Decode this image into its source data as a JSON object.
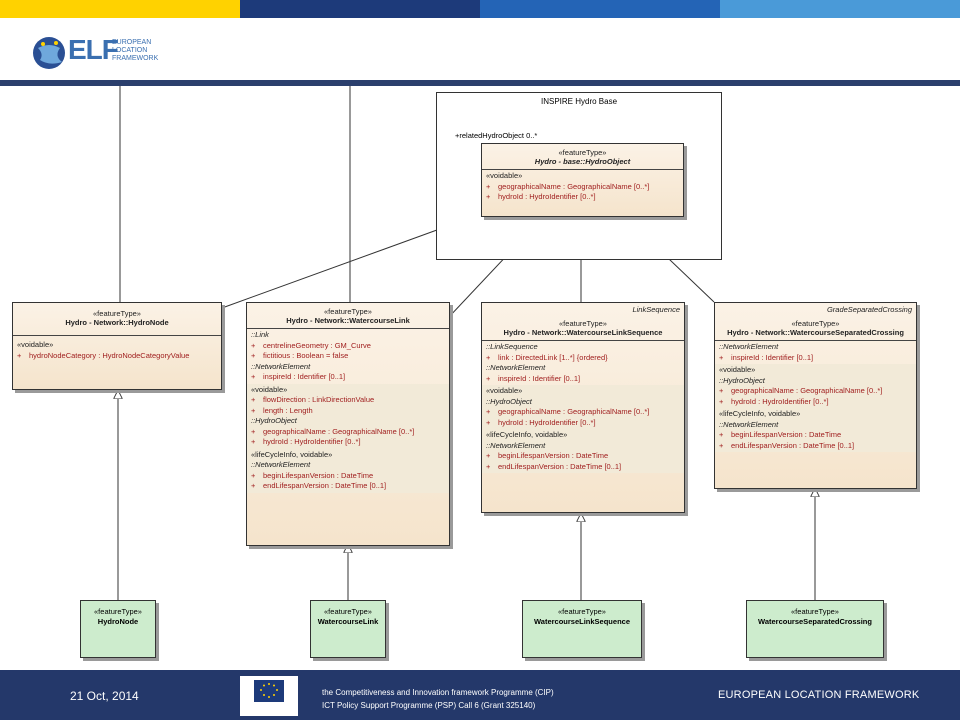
{
  "header": {
    "colors": [
      "#ffd200",
      "#1d3a7a",
      "#2464b6",
      "#4a9ad8"
    ],
    "logo_text": "ELF",
    "logo_sub": "EUROPEAN LOCATION FRAMEWORK"
  },
  "diagram": {
    "package_title": "INSPIRE Hydro Base",
    "assoc_label": "+relatedHydroObject 0..*",
    "hydro_object": {
      "stereotype": "«featureType»",
      "name": "Hydro - base::HydroObject",
      "sec1_title": "«voidable»",
      "attrs": [
        {
          "plus": "+",
          "text": "geographicalName : GeographicalName [0..*]"
        },
        {
          "plus": "+",
          "text": "hydroId : HydroIdentifier [0..*]"
        }
      ]
    },
    "hydro_node": {
      "stereotype": "«featureType»",
      "name": "Hydro - Network::HydroNode",
      "sec1_title": "«voidable»",
      "attrs": [
        {
          "plus": "+",
          "text": "hydroNodeCategory : HydroNodeCategoryValue"
        }
      ]
    },
    "watercourse_link": {
      "stereotype": "«featureType»",
      "name": "Hydro - Network::WatercourseLink",
      "s1": "::Link",
      "a1": [
        "centrelineGeometry : GM_Curve",
        "fictitious : Boolean = false"
      ],
      "s2": "::NetworkElement",
      "a2": [
        "inspireId : Identifier [0..1]"
      ],
      "s3": "«voidable»",
      "a3": [
        "flowDirection : LinkDirectionValue",
        "length : Length"
      ],
      "s4": "::HydroObject",
      "a4": [
        "geographicalName : GeographicalName [0..*]",
        "hydroId : HydroIdentifier [0..*]"
      ],
      "s5": "«lifeCycleInfo, voidable»",
      "s6": "::NetworkElement",
      "a6": [
        "beginLifespanVersion : DateTime",
        "endLifespanVersion : DateTime [0..1]"
      ],
      "plus": "+"
    },
    "watercourse_link_sequence": {
      "caption": "LinkSequence",
      "stereotype": "«featureType»",
      "name": "Hydro - Network::WatercourseLinkSequence",
      "s1": "::LinkSequence",
      "a1": [
        "link : DirectedLink [1..*] {ordered}"
      ],
      "s2": "::NetworkElement",
      "a2": [
        "inspireId : Identifier [0..1]"
      ],
      "s3": "«voidable»",
      "s4": "::HydroObject",
      "a4": [
        "geographicalName : GeographicalName [0..*]",
        "hydroId : HydroIdentifier [0..*]"
      ],
      "s5": "«lifeCycleInfo, voidable»",
      "s6": "::NetworkElement",
      "a6": [
        "beginLifespanVersion : DateTime",
        "endLifespanVersion : DateTime [0..1]"
      ],
      "plus": "+"
    },
    "watercourse_separated_crossing": {
      "caption": "GradeSeparatedCrossing",
      "stereotype": "«featureType»",
      "name": "Hydro - Network::WatercourseSeparatedCrossing",
      "s1": "::NetworkElement",
      "a1": [
        "inspireId : Identifier [0..1]"
      ],
      "s2": "«voidable»",
      "s3": "::HydroObject",
      "a3": [
        "geographicalName : GeographicalName [0..*]",
        "hydroId : HydroIdentifier [0..*]"
      ],
      "s4": "«lifeCycleInfo, voidable»",
      "s5": "::NetworkElement",
      "a5": [
        "beginLifespanVersion : DateTime",
        "endLifespanVersion : DateTime [0..1]"
      ],
      "plus": "+"
    },
    "green": [
      {
        "stereotype": "«featureType»",
        "name": "HydroNode"
      },
      {
        "stereotype": "«featureType»",
        "name": "WatercourseLink"
      },
      {
        "stereotype": "«featureType»",
        "name": "WatercourseLinkSequence"
      },
      {
        "stereotype": "«featureType»",
        "name": "WatercourseSeparatedCrossing"
      }
    ]
  },
  "footer": {
    "date": "21 Oct, 2014",
    "programme_line1": "the Competitiveness and Innovation framework Programme (CIP)",
    "programme_line2": "ICT Policy Support Programme (PSP) Call 6 (Grant 325140)",
    "elf": "EUROPEAN LOCATION FRAMEWORK"
  }
}
